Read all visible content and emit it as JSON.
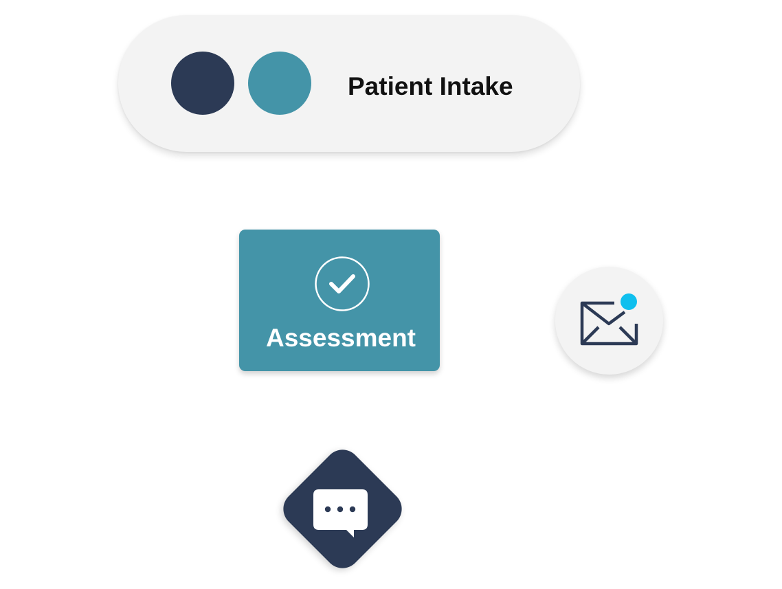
{
  "colors": {
    "navy": "#2c3a55",
    "teal": "#4494a8",
    "light": "#f3f3f3",
    "notification": "#0fbfee",
    "white": "#ffffff"
  },
  "intake": {
    "label": "Patient Intake",
    "dots": [
      "navy-dot",
      "teal-dot"
    ]
  },
  "assessment": {
    "label": "Assessment",
    "icon": "check-circle-icon"
  },
  "mail": {
    "icon": "envelope-icon",
    "has_notification": true
  },
  "chat": {
    "icon": "chat-bubble-icon"
  }
}
